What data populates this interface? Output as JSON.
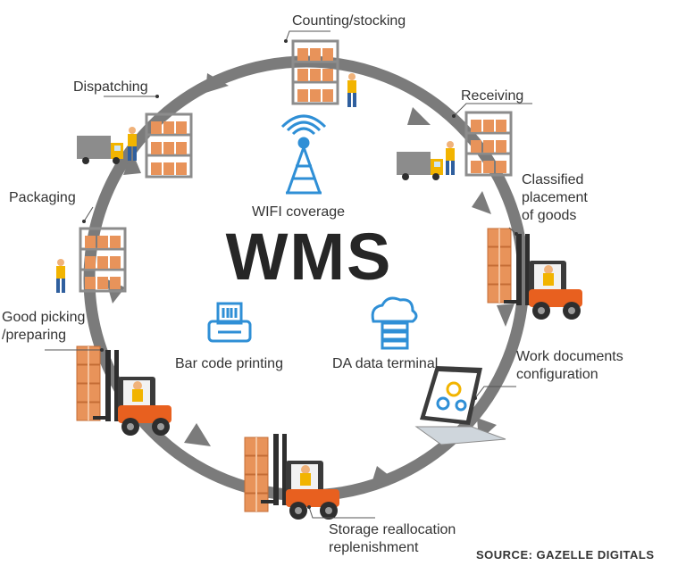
{
  "center": {
    "title": "WMS"
  },
  "features": {
    "wifi": "WIFI coverage",
    "barcode": "Bar code printing",
    "terminal": "DA data terminal"
  },
  "steps": {
    "counting": "Counting/stocking",
    "receiving": "Receiving",
    "classified_1": "Classified",
    "classified_2": "placement",
    "classified_3": "of goods",
    "workdocs_1": "Work documents",
    "workdocs_2": "configuration",
    "storage_1": "Storage reallocation",
    "storage_2": "replenishment",
    "picking_1": "Good picking",
    "picking_2": "/preparing",
    "packaging": "Packaging",
    "dispatching": "Dispatching"
  },
  "source": "SOURCE: GAZELLE DIGITALS",
  "colors": {
    "cycle": "#7b7b7b",
    "accent_blue": "#2f8fd6",
    "forklift_orange": "#e8601f",
    "box_orange": "#e8935a",
    "title": "#262626"
  },
  "icons": [
    "wifi-tower-icon",
    "barcode-printer-icon",
    "cloud-server-icon",
    "forklift-icon",
    "truck-icon",
    "shelf-icon",
    "laptop-icon",
    "worker-icon"
  ]
}
